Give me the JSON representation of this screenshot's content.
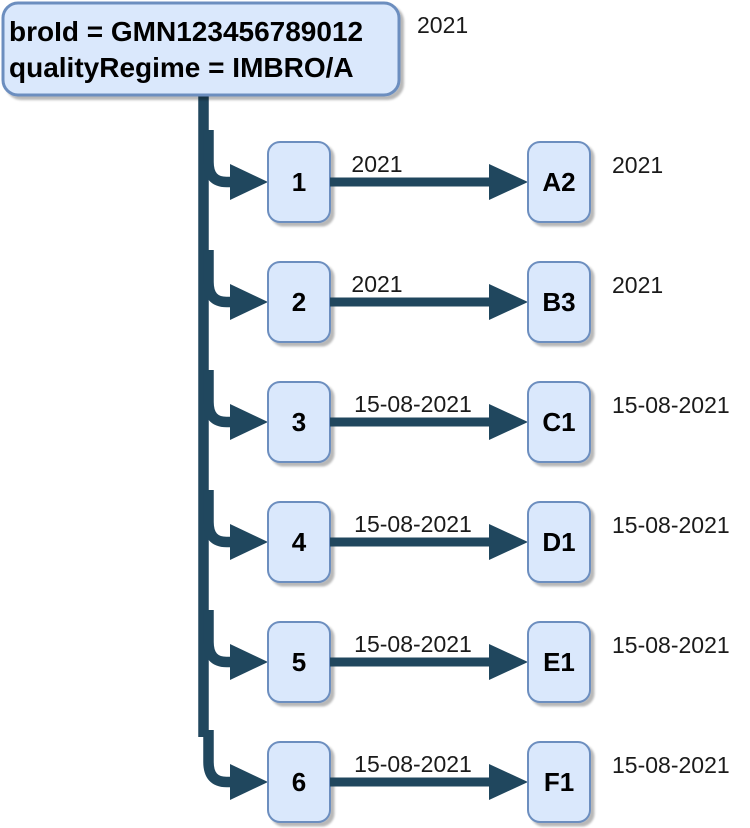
{
  "diagram": {
    "root": {
      "line1": "broId = GMN123456789012",
      "line2": "qualityRegime = IMBRO/A",
      "year_label": "2021"
    },
    "rows": [
      {
        "source": "1",
        "edge_label": "2021",
        "target": "A2",
        "target_label": "2021"
      },
      {
        "source": "2",
        "edge_label": "2021",
        "target": "B3",
        "target_label": "2021"
      },
      {
        "source": "3",
        "edge_label": "15-08-2021",
        "target": "C1",
        "target_label": "15-08-2021"
      },
      {
        "source": "4",
        "edge_label": "15-08-2021",
        "target": "D1",
        "target_label": "15-08-2021"
      },
      {
        "source": "5",
        "edge_label": "15-08-2021",
        "target": "E1",
        "target_label": "15-08-2021"
      },
      {
        "source": "6",
        "edge_label": "15-08-2021",
        "target": "F1",
        "target_label": "15-08-2021"
      }
    ],
    "colors": {
      "connector": "#20475e",
      "node_fill": "#dae8fc",
      "node_border": "#6c8ebf",
      "node_text": "#000000",
      "label_text": "#1a1a1a",
      "background": "#ffffff"
    }
  }
}
